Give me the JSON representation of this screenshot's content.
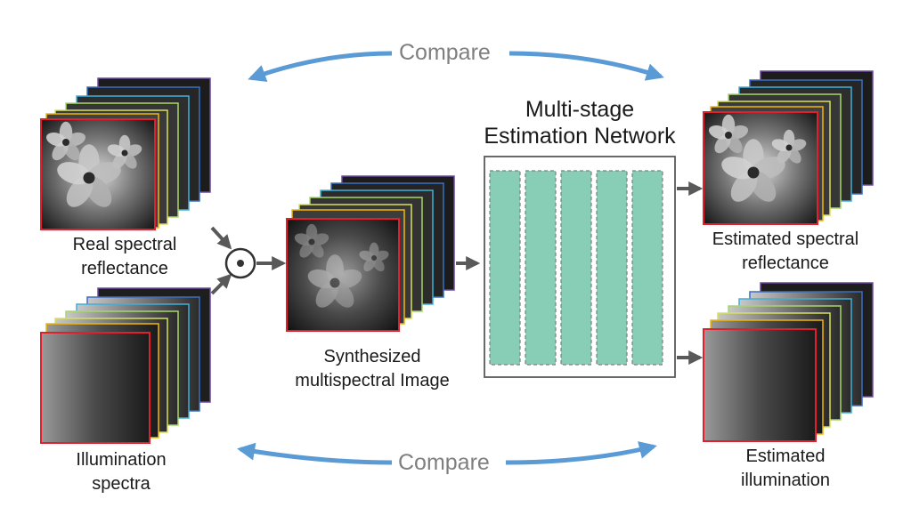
{
  "diagram": {
    "compare_top": "Compare",
    "compare_bottom": "Compare",
    "network_title_line1": "Multi-stage",
    "network_title_line2": "Estimation Network",
    "real_reflectance_line1": "Real spectral",
    "real_reflectance_line2": "reflectance",
    "illumination_line1": "Illumination",
    "illumination_line2": "spectra",
    "synth_line1": "Synthesized",
    "synth_line2": "multispectral Image",
    "est_reflectance_line1": "Estimated spectral",
    "est_reflectance_line2": "reflectance",
    "est_illumination_line1": "Estimated",
    "est_illumination_line2": "illumination",
    "operator_symbol": "⊙",
    "network_stage_count": 5,
    "colors": {
      "arrow_blue": "#5b9bd5",
      "arrow_gray": "#595959",
      "stage_fill": "#88cdb5",
      "band_frames": [
        "#e0202e",
        "#f2b705",
        "#d8e05a",
        "#a5d86a",
        "#3fb0d8",
        "#3a6fc0",
        "#6a4aa0"
      ]
    }
  }
}
